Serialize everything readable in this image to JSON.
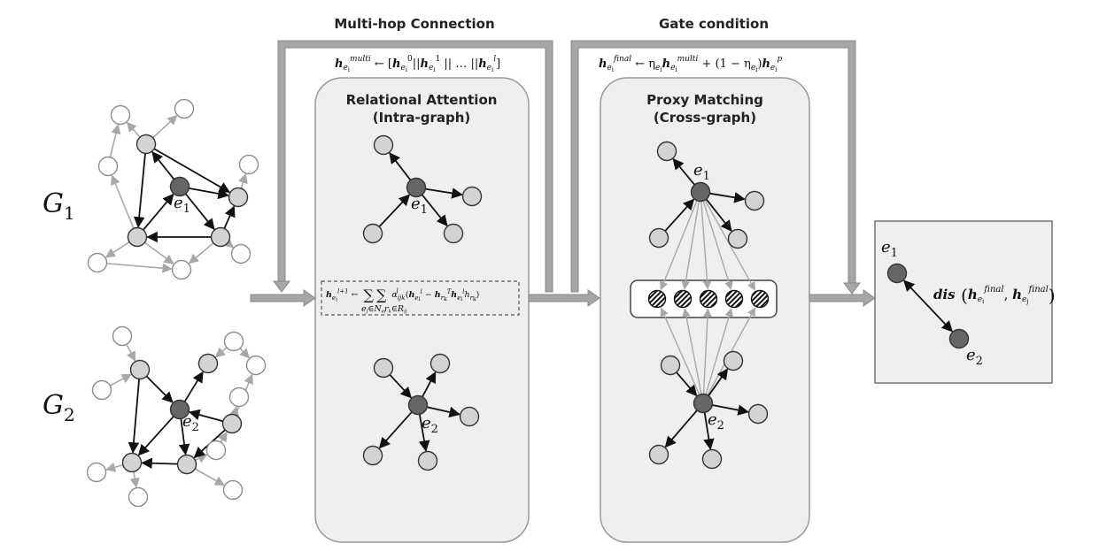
{
  "titles": {
    "multi_hop": "Multi-hop Connection",
    "gate": "Gate condition"
  },
  "formulas": {
    "multi_hop": "h_{e_i}^{multi} ← [h_{e_i}^0 || h_{e_i}^1 || … || h_{e_i}^l]",
    "gate": "h_{e_i}^{final} ← η_{e_i} h_{e_i}^{multi} + (1 − η_{e_i}) h_{e_i}^p",
    "attention": "h_{e_i}^{l+1} ← Σ_{e_j∈N_{e_i}} Σ_{r_k∈R_{ij}} α_{ijk}^l (h_{e_i}^l − h_{r_k}^T h_{e_i}^l h_{r_k})",
    "distance": "dis(h_{e_i}^{final}, h_{e_j}^{final})"
  },
  "boxes": {
    "relational_title": "Relational Attention",
    "relational_sub": "(Intra-graph)",
    "proxy_title": "Proxy Matching",
    "proxy_sub": "(Cross-graph)"
  },
  "graphs": {
    "g1": {
      "letter": "G",
      "index": "1"
    },
    "g2": {
      "letter": "G",
      "index": "2"
    }
  },
  "entities": {
    "e1": {
      "letter": "e",
      "index": "1"
    },
    "e2": {
      "letter": "e",
      "index": "2"
    }
  },
  "colors": {
    "panel_fill": "#efefef",
    "panel_stroke": "#999999",
    "node_light": "#d3d3d3",
    "node_dark": "#666666",
    "node_white": "#ffffff",
    "edge_dark": "#111111",
    "edge_light": "#a8a8a8",
    "connector": "#a6a6a6"
  },
  "icons": {
    "proxy_node": "hatched-circle-icon"
  }
}
